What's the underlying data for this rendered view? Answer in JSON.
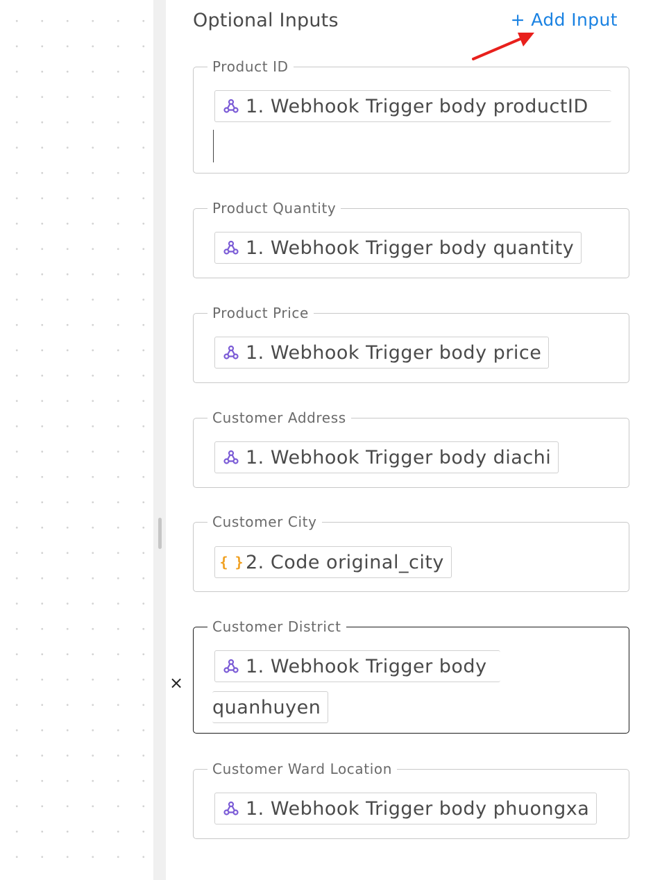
{
  "header": {
    "title": "Optional Inputs",
    "add_input_label": "+ Add Input"
  },
  "icons": {
    "webhook": "webhook-icon",
    "code": "{ }",
    "close": "×"
  },
  "colors": {
    "accent": "#1a82e2",
    "webhook_icon": "#7b5bd6",
    "code_icon": "#f0a020",
    "annotation_arrow": "#e8201c"
  },
  "fields": [
    {
      "label": "Product ID",
      "value": "1. Webhook Trigger body productID"
    },
    {
      "label": "Product Quantity",
      "value": "1. Webhook Trigger body quantity"
    },
    {
      "label": "Product Price",
      "value": "1. Webhook Trigger body price"
    },
    {
      "label": "Customer Address",
      "value": "1. Webhook Trigger body diachi"
    },
    {
      "label": "Customer City",
      "value": "2. Code original_city"
    },
    {
      "label": "Customer District",
      "value_line1": "1. Webhook Trigger body",
      "value_line2": "quanhuyen"
    },
    {
      "label": "Customer Ward Location",
      "value": "1. Webhook Trigger body phuongxa"
    }
  ]
}
